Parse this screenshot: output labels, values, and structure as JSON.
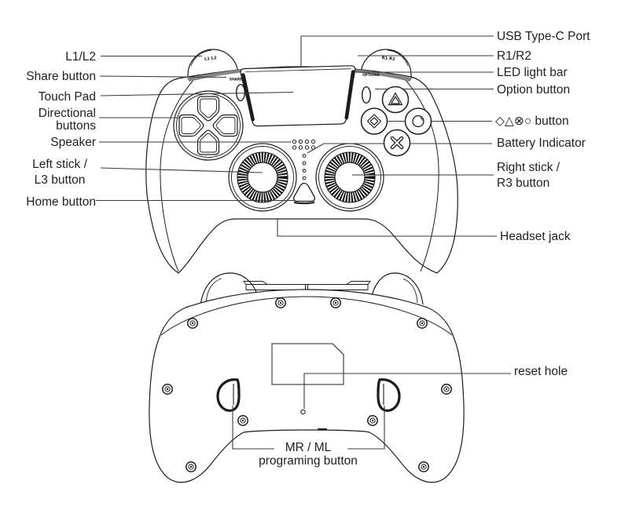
{
  "colors": {
    "line": "#1c1c1c",
    "leader": "#3a3a3a",
    "text": "#1f1f1f"
  },
  "labels": {
    "left": [
      {
        "text": "L1/L2"
      },
      {
        "text": "Share button"
      },
      {
        "text": "Touch Pad"
      },
      {
        "line1": "Directional",
        "line2": "buttons"
      },
      {
        "text": "Speaker"
      },
      {
        "line1": "Left stick /",
        "line2": "L3 button"
      },
      {
        "text": "Home button"
      }
    ],
    "right": [
      {
        "text": "USB Type-C Port"
      },
      {
        "text": "R1/R2"
      },
      {
        "text": "LED light bar"
      },
      {
        "text": "Option button"
      },
      {
        "text": "◇△⊗○ button"
      },
      {
        "text": "Battery Indicator"
      },
      {
        "line1": "Right stick /",
        "line2": "R3 button"
      },
      {
        "text": "Headset jack"
      },
      {
        "text": "reset hole"
      }
    ],
    "bottom": {
      "line1": "MR / ML",
      "line2": "programing button"
    }
  },
  "device_text": {
    "left_shoulder": "L1 L2",
    "right_shoulder": "R1 R2",
    "share": "SHARE",
    "options": "OPTIONS"
  }
}
